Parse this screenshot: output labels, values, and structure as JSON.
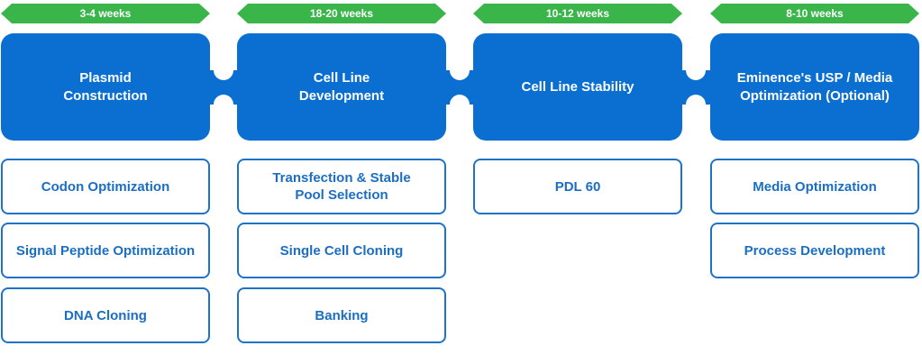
{
  "colors": {
    "duration_green": "#3ab54a",
    "stage_blue": "#0a6fd1",
    "task_border": "#1f72c6",
    "task_text": "#1b6ec2"
  },
  "stages": [
    {
      "duration": "3-4 weeks",
      "title": "Plasmid\nConstruction",
      "tasks": [
        "Codon Optimization",
        "Signal Peptide Optimization",
        "DNA Cloning"
      ]
    },
    {
      "duration": "18-20 weeks",
      "title": "Cell Line\nDevelopment",
      "tasks": [
        "Transfection & Stable\nPool Selection",
        "Single Cell Cloning",
        "Banking"
      ]
    },
    {
      "duration": "10-12 weeks",
      "title": "Cell Line Stability",
      "tasks": [
        "PDL 60"
      ]
    },
    {
      "duration": "8-10 weeks",
      "title": "Eminence's USP / Media\nOptimization  (Optional)",
      "tasks": [
        "Media Optimization",
        "Process Development"
      ]
    }
  ]
}
